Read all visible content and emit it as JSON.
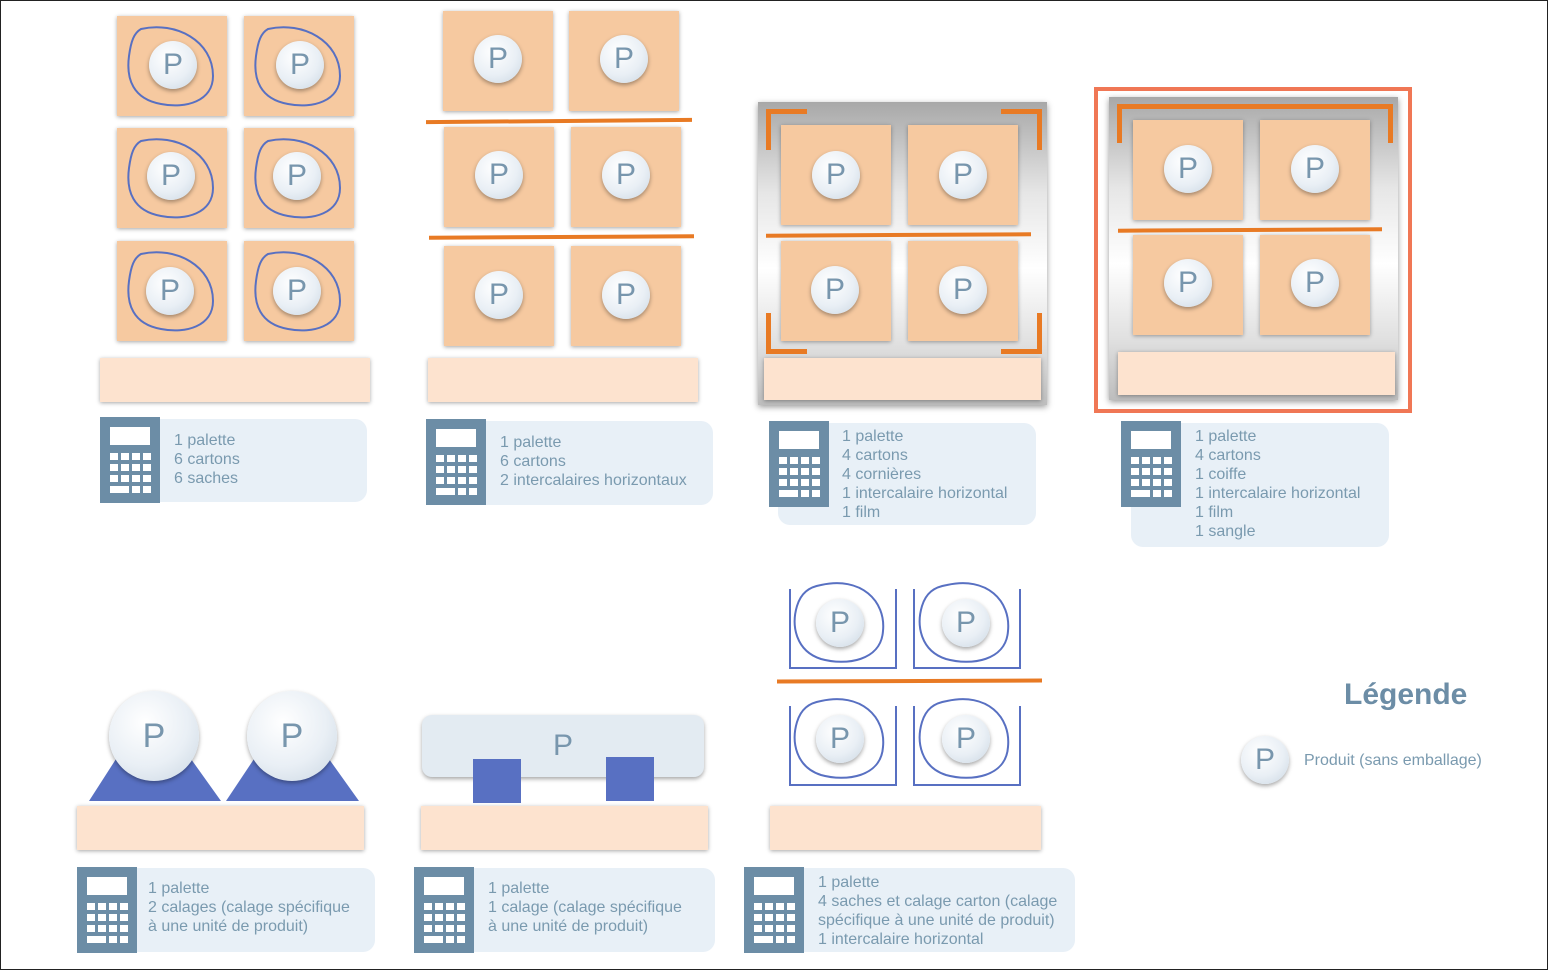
{
  "diagrams": [
    {
      "id": "d1",
      "lines": [
        "1 palette",
        "6 cartons",
        "6 saches"
      ]
    },
    {
      "id": "d2",
      "lines": [
        "1 palette",
        "6 cartons",
        "2 intercalaires horizontaux"
      ]
    },
    {
      "id": "d3",
      "lines": [
        "1 palette",
        "4 cartons",
        "4 cornières",
        "1 intercalaire horizontal",
        "1 film"
      ]
    },
    {
      "id": "d4",
      "lines": [
        "1 palette",
        "4 cartons",
        "1 coiffe",
        "1 intercalaire horizontal",
        "1 film",
        "1 sangle"
      ],
      "highlighted": true
    },
    {
      "id": "d5",
      "lines": [
        "1 palette",
        "2 calages (calage spécifique",
        "à une unité de produit)"
      ]
    },
    {
      "id": "d6",
      "lines": [
        "1 palette",
        "1 calage (calage spécifique",
        "à une unité de produit)"
      ]
    },
    {
      "id": "d7",
      "lines": [
        "1 palette",
        "4 saches et calage carton (calage",
        "spécifique à une unité de produit)",
        "1 intercalaire horizontal"
      ]
    }
  ],
  "product_symbol": "P",
  "legend": {
    "title": "Légende",
    "items": [
      {
        "symbol": "P",
        "label": "Produit (sans emballage)"
      }
    ]
  },
  "colors": {
    "carton": "#f6c9a0",
    "pallet": "#fde3cf",
    "separator": "#e87a24",
    "sachet_outline": "#5870c2",
    "calage": "#5870c2",
    "highlight_frame": "#f07755",
    "info_bg": "#e8f0f7",
    "icon": "#6c8da6"
  },
  "icons": {
    "quantity_icon": "calculator-icon",
    "product_icon": "product-p-icon"
  }
}
